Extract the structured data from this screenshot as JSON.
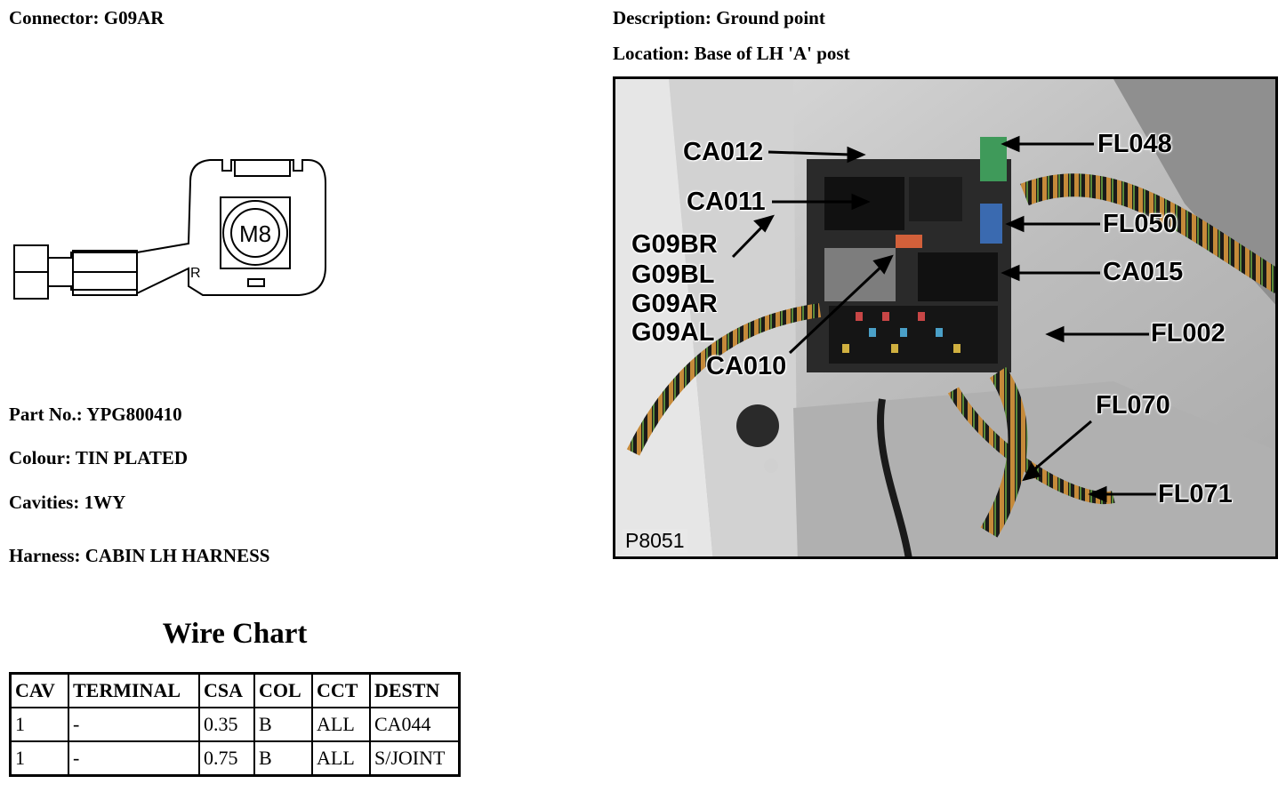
{
  "connector": {
    "label": "Connector:",
    "value": "G09AR"
  },
  "description": {
    "label": "Description:",
    "value": "Ground point"
  },
  "location": {
    "label": "Location:",
    "value": "Base of LH 'A' post"
  },
  "part_no": {
    "label": "Part No.:",
    "value": "YPG800410"
  },
  "colour": {
    "label": "Colour:",
    "value": "TIN PLATED"
  },
  "cavities": {
    "label": "Cavities:",
    "value": "1WY"
  },
  "harness": {
    "label": "Harness:",
    "value": "CABIN LH HARNESS"
  },
  "diagram": {
    "stud_label": "M8",
    "side_mark": "R"
  },
  "wire_chart": {
    "title": "Wire Chart",
    "headers": [
      "CAV",
      "TERMINAL",
      "CSA",
      "COL",
      "CCT",
      "DESTN"
    ],
    "rows": [
      [
        "1",
        "-",
        "0.35",
        "B",
        "ALL",
        "CA044"
      ],
      [
        "1",
        "-",
        "0.75",
        "B",
        "ALL",
        "S/JOINT"
      ]
    ]
  },
  "photo": {
    "ref": "P8051",
    "callouts": {
      "ca012": "CA012",
      "ca011": "CA011",
      "g09br": "G09BR",
      "g09bl": "G09BL",
      "g09ar": "G09AR",
      "g09al": "G09AL",
      "ca010": "CA010",
      "fl048": "FL048",
      "fl050": "FL050",
      "ca015": "CA015",
      "fl002": "FL002",
      "fl070": "FL070",
      "fl071": "FL071"
    }
  }
}
